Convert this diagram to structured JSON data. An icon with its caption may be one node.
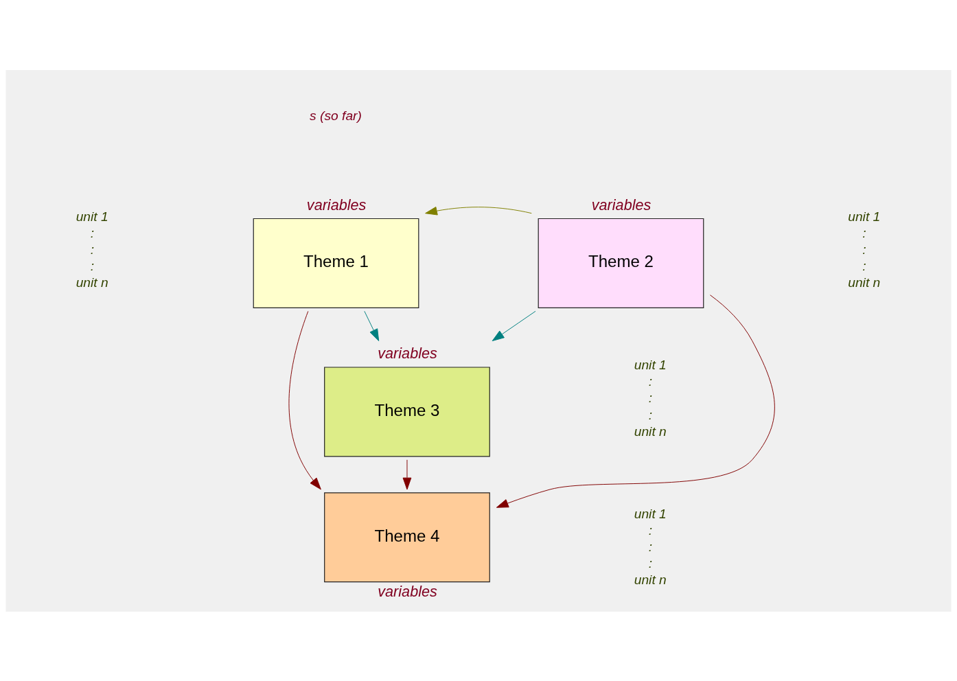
{
  "diagram": {
    "nodes": [
      {
        "text": [
          "Theme 1"
        ],
        "beside": [
          "variables",
          "unit 1",
          ":",
          ":",
          ":",
          "unit n"
        ]
      },
      {
        "text": [
          "Theme 2"
        ],
        "beside": [
          "variables",
          "unit 1",
          ":",
          ":",
          ":",
          "unit n"
        ]
      },
      {
        "text": [
          "Theme 3"
        ],
        "beside": [
          "variables",
          "unit 1",
          ":",
          ":",
          ":",
          "unit n"
        ]
      },
      {
        "text": [
          "Theme 4"
        ],
        "beside": [
          "variables",
          "unit 1",
          ":",
          ":",
          ":",
          "unit n"
        ]
      }
    ],
    "edges": [
      {
        "from": 1,
        "to": 0,
        "arrow": "to",
        "color": "#808000"
      },
      {
        "from": 0,
        "to": 2,
        "arrow": "to",
        "color": "#008080"
      },
      {
        "from": 1,
        "to": 2,
        "arrow": "to",
        "color": "#008080"
      },
      {
        "from": 0,
        "to": 3,
        "arrow": "to"
      },
      {
        "from": 2,
        "to": 3,
        "arrow": "to"
      },
      {
        "from": 1,
        "to": 3,
        "arrow": "to"
      }
    ],
    "labels": [
      "s (so far)"
    ]
  }
}
